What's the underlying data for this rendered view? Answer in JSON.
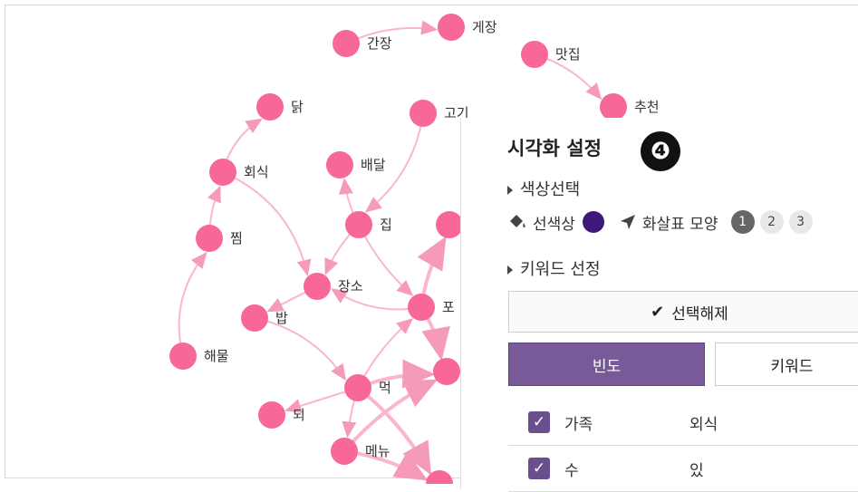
{
  "graph": {
    "nodes": [
      {
        "id": "ganjang",
        "label": "간장"
      },
      {
        "id": "gejang",
        "label": "게장"
      },
      {
        "id": "matjip",
        "label": "맛집"
      },
      {
        "id": "chucheon",
        "label": "추천"
      },
      {
        "id": "dak",
        "label": "닭"
      },
      {
        "id": "gogi",
        "label": "고기"
      },
      {
        "id": "hoesik",
        "label": "회식"
      },
      {
        "id": "baedal",
        "label": "배달"
      },
      {
        "id": "jip",
        "label": "집"
      },
      {
        "id": "jjim",
        "label": "찜"
      },
      {
        "id": "jangso",
        "label": "장소"
      },
      {
        "id": "bap",
        "label": "밥"
      },
      {
        "id": "po",
        "label": "포"
      },
      {
        "id": "haemul",
        "label": "해물"
      },
      {
        "id": "meok",
        "label": "먹"
      },
      {
        "id": "doe",
        "label": "되"
      },
      {
        "id": "menu",
        "label": "메뉴"
      }
    ]
  },
  "panel": {
    "title": "시각화 설정",
    "step_badge": "❹",
    "color_section": "색상선택",
    "line_color_label": "선색상",
    "line_color": "#3d1a78",
    "arrow_shape_label": "화살표 모양",
    "arrow_shapes": [
      "1",
      "2",
      "3"
    ],
    "keyword_section": "키워드 선정",
    "deselect_label": "선택해제",
    "freq_tab": "빈도",
    "keyword_tab": "키워드",
    "rows": [
      {
        "keyword": "가족",
        "value": "외식"
      },
      {
        "keyword": "수",
        "value": "있"
      }
    ]
  },
  "colors": {
    "node": "#f7679a",
    "edge": "#f9b6cd",
    "accent": "#775a97"
  }
}
